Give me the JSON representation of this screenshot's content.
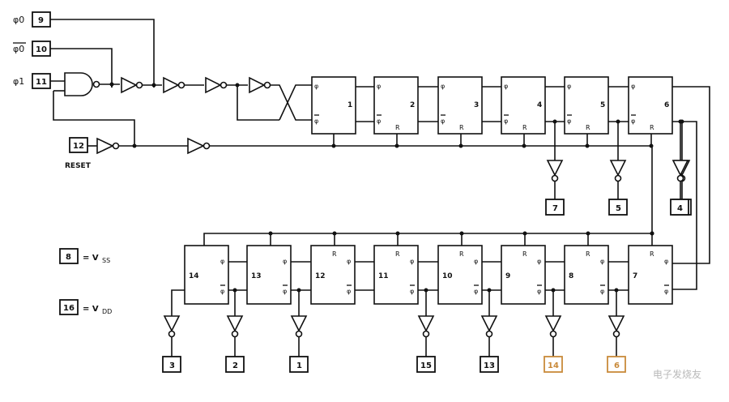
{
  "inputs": {
    "phi0_label": "φ0",
    "phi0_bar_label": "φ0",
    "phi1_label": "φ1",
    "pin_phi0": "9",
    "pin_phi0_bar": "10",
    "pin_phi1": "11",
    "pin_reset": "12",
    "reset_label": "RESET"
  },
  "stage_top": [
    {
      "num": "1",
      "phi": "φ",
      "phib": "φ",
      "r": ""
    },
    {
      "num": "2",
      "phi": "φ",
      "phib": "φ",
      "r": "R"
    },
    {
      "num": "3",
      "phi": "φ",
      "phib": "φ",
      "r": "R"
    },
    {
      "num": "4",
      "phi": "φ",
      "phib": "φ",
      "r": "R"
    },
    {
      "num": "5",
      "phi": "φ",
      "phib": "φ",
      "r": "R"
    },
    {
      "num": "6",
      "phi": "φ",
      "phib": "φ",
      "r": "R"
    }
  ],
  "stage_bottom": [
    {
      "num": "14",
      "phi": "φ",
      "phib": "φ",
      "r": ""
    },
    {
      "num": "13",
      "phi": "φ",
      "phib": "φ",
      "r": ""
    },
    {
      "num": "12",
      "phi": "φ",
      "phib": "φ",
      "r": "R"
    },
    {
      "num": "11",
      "phi": "φ",
      "phib": "φ",
      "r": "R"
    },
    {
      "num": "10",
      "phi": "φ",
      "phib": "φ",
      "r": "R"
    },
    {
      "num": "9",
      "phi": "φ",
      "phib": "φ",
      "r": "R"
    },
    {
      "num": "8",
      "phi": "φ",
      "phib": "φ",
      "r": "R"
    },
    {
      "num": "7",
      "phi": "φ",
      "phib": "φ",
      "r": "R"
    }
  ],
  "outputs_top": [
    "7",
    "5",
    "4"
  ],
  "outputs_bottom": [
    "3",
    "2",
    "1",
    "15",
    "13",
    "14",
    "6"
  ],
  "legend": {
    "vss_pin": "8",
    "vss_text": "= V",
    "vss_sub": "SS",
    "vdd_pin": "16",
    "vdd_text": "= V",
    "vdd_sub": "DD"
  },
  "watermark": "电子发烧友",
  "colors": {
    "highlight": "#c98a3a"
  }
}
